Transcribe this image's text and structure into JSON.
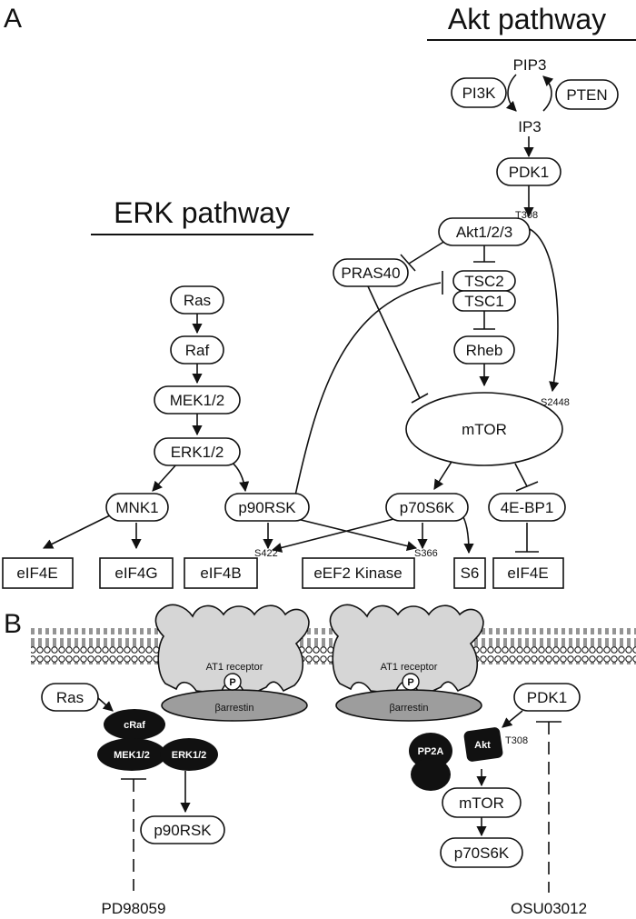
{
  "panel_a": {
    "label": "A",
    "akt_title": "Akt pathway",
    "erk_title": "ERK pathway",
    "nodes": {
      "pip3": "PIP3",
      "pi3k": "PI3K",
      "pten": "PTEN",
      "ip3": "IP3",
      "pdk1": "PDK1",
      "akt": "Akt1/2/3",
      "pras40": "PRAS40",
      "tsc2": "TSC2",
      "tsc1": "TSC1",
      "rheb": "Rheb",
      "mtor": "mTOR",
      "ras": "Ras",
      "raf": "Raf",
      "mek": "MEK1/2",
      "erk": "ERK1/2",
      "mnk1": "MNK1",
      "p90rsk": "p90RSK",
      "p70s6k": "p70S6K",
      "ebp1": "4E-BP1"
    },
    "targets": {
      "eif4e_left": "eIF4E",
      "eif4g": "eIF4G",
      "eif4b": "eIF4B",
      "eef2k": "eEF2 Kinase",
      "s6": "S6",
      "eif4e_right": "eIF4E"
    },
    "sites": {
      "t308": "T308",
      "s2448": "S2448",
      "s422": "S422",
      "s366": "S366"
    }
  },
  "panel_b": {
    "label": "B",
    "receptor_label": "AT1 receptor",
    "phospho": "P",
    "arrestin_label": "βarrestin",
    "left": {
      "ras": "Ras",
      "craf": "cRaf",
      "mek": "MEK1/2",
      "erk": "ERK1/2",
      "p90rsk": "p90RSK",
      "inhibitor": "PD98059"
    },
    "right": {
      "pdk1": "PDK1",
      "pp2a": "PP2A",
      "akt": "Akt",
      "t308": "T308",
      "mtor": "mTOR",
      "p70s6k": "p70S6K",
      "inhibitor": "OSU03012"
    }
  }
}
